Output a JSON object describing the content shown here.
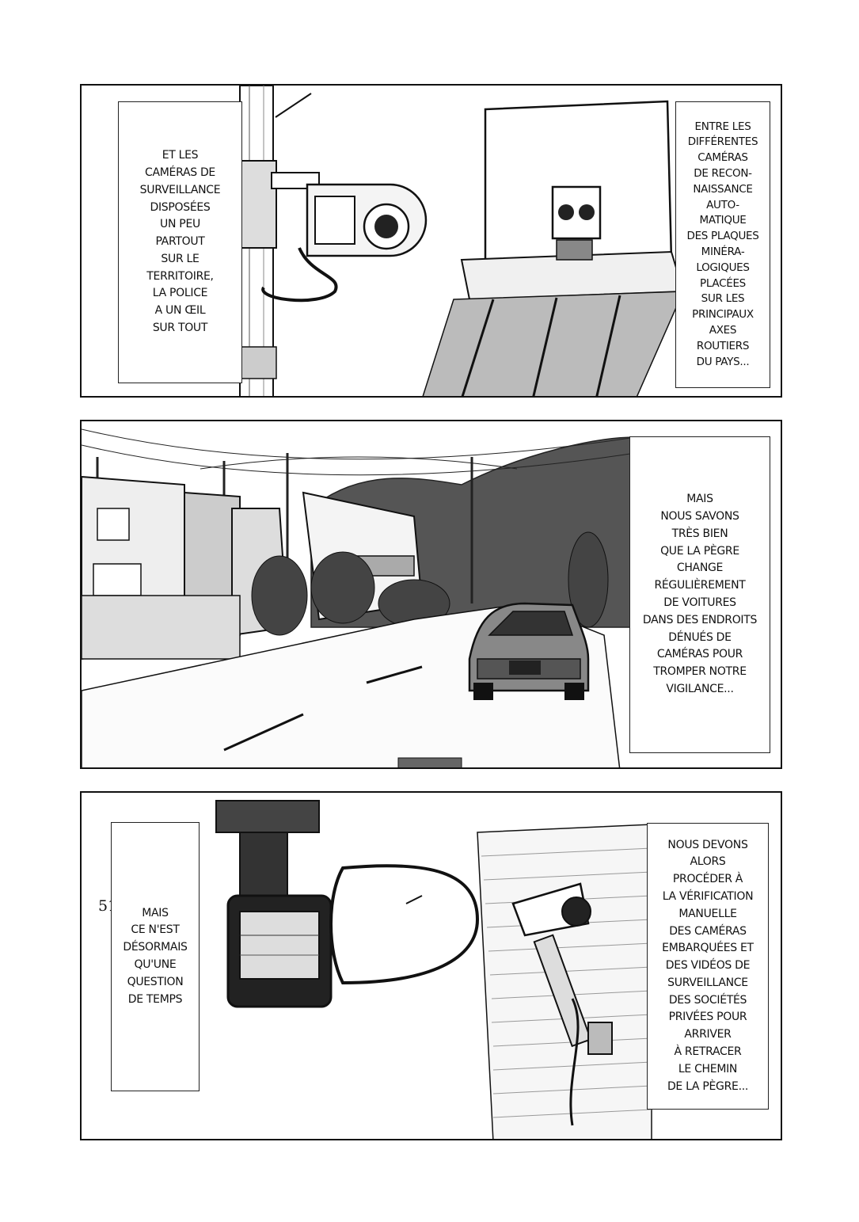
{
  "page": {
    "number": "51"
  },
  "panels": [
    {
      "id": "panel-1",
      "description": "Street pole camera and license plate recognition camera",
      "captions": [
        {
          "text": "ET LES\nCAMÉRAS DE\nSURVEILLANCE\nDISPOSÉES\nUN PEU\nPARTOUT\nSUR LE\nTERRITOIRE,\nLA POLICE\nA UN ŒIL\nSUR TOUT"
        },
        {
          "text": "ENTRE LES\nDIFFÉRENTES\nCAMÉRAS\nDE RECON-\nNAISSANCE\nAUTO-\nMATIQUE\nDES PLAQUES\nMINÉRA-\nLOGIQUES\nPLACÉES\nSUR LES\nPRINCIPAUX\nAXES\nROUTIERS\nDU PAYS..."
        }
      ]
    },
    {
      "id": "panel-2",
      "description": "Residential street with parked car and hills",
      "captions": [
        {
          "text": "MAIS\nNOUS SAVONS\nTRÈS BIEN\nQUE LA PÈGRE\nCHANGE\nRÉGULIÈREMENT\nDE VOITURES\nDANS DES ENDROITS\nDÉNUÉS DE\nCAMÉRAS POUR\nTROMPER NOTRE\nVIGILANCE..."
        }
      ]
    },
    {
      "id": "panel-3",
      "description": "Dashboard camera and wall-mounted surveillance camera",
      "captions": [
        {
          "text": "MAIS\nCE N'EST\nDÉSORMAIS\nQU'UNE\nQUESTION\nDE TEMPS"
        },
        {
          "text": "NOUS DEVONS\nALORS\nPROCÉDER À\nLA VÉRIFICATION\nMANUELLE\nDES CAMÉRAS\nEMBARQUÉES ET\nDES VIDÉOS DE\nSURVEILLANCE\nDES SOCIÉTÉS\nPRIVÉES POUR\nARRIVER\nÀ RETRACER\nLE CHEMIN\nDE LA PÈGRE..."
        }
      ]
    }
  ]
}
